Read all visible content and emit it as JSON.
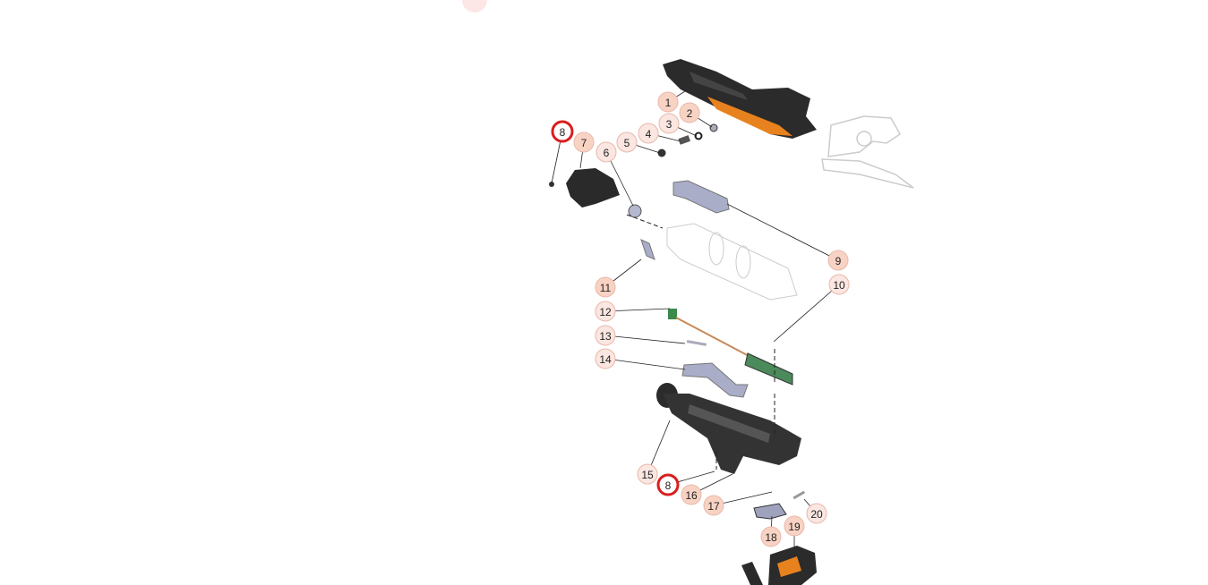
{
  "diagram": {
    "title": "Exploded parts view",
    "callouts": [
      {
        "label": "1",
        "style": "peach"
      },
      {
        "label": "2",
        "style": "peach"
      },
      {
        "label": "3",
        "style": "light"
      },
      {
        "label": "4",
        "style": "light"
      },
      {
        "label": "5",
        "style": "light"
      },
      {
        "label": "6",
        "style": "light"
      },
      {
        "label": "7",
        "style": "peach"
      },
      {
        "label": "8",
        "style": "highlight"
      },
      {
        "label": "9",
        "style": "peach"
      },
      {
        "label": "10",
        "style": "light"
      },
      {
        "label": "11",
        "style": "peach"
      },
      {
        "label": "12",
        "style": "light"
      },
      {
        "label": "13",
        "style": "light"
      },
      {
        "label": "14",
        "style": "light"
      },
      {
        "label": "15",
        "style": "light"
      },
      {
        "label": "8",
        "style": "highlight"
      },
      {
        "label": "16",
        "style": "peach"
      },
      {
        "label": "17",
        "style": "peach"
      },
      {
        "label": "18",
        "style": "peach"
      },
      {
        "label": "19",
        "style": "peach"
      },
      {
        "label": "20",
        "style": "light"
      }
    ],
    "colors": {
      "light": "#fbe6e1",
      "peach": "#f8d3c4",
      "highlight_ring": "#d91e1e",
      "part_dark": "#2b2b2b",
      "accent_orange": "#e8821e",
      "plate": "#a9adc8"
    }
  }
}
